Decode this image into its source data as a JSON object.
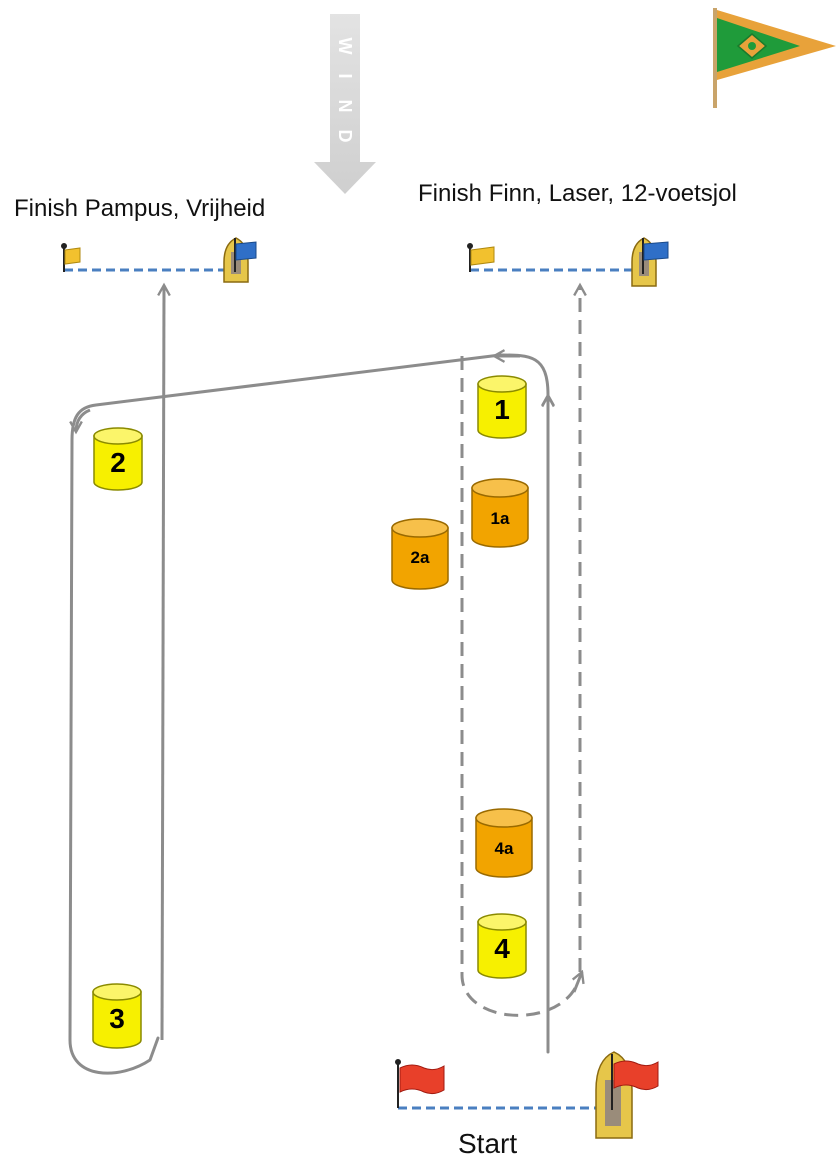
{
  "labels": {
    "finish_left": "Finish Pampus, Vrijheid",
    "finish_right": "Finish Finn, Laser, 12-voetsjol",
    "start": "Start"
  },
  "wind": {
    "letters": [
      "W",
      "I",
      "N",
      "D"
    ]
  },
  "buoys": {
    "b1": "1",
    "b2": "2",
    "b3": "3",
    "b4": "4",
    "b1a": "1a",
    "b2a": "2a",
    "b4a": "4a"
  },
  "colors": {
    "course_line": "#8c8c8c",
    "line_dash": "#4a7fc0",
    "mark_yellow": "#f7f000",
    "mark_orange": "#f2a400",
    "wind_arrow": "#d9d9d9",
    "club_flag_green": "#1f9b3a",
    "club_flag_gold": "#e8a23a",
    "start_flag_red": "#e8402a",
    "finish_flag_yellow": "#f2c12e",
    "finish_flag_blue": "#2f6fc7"
  },
  "icons": [
    "club-burgee-icon",
    "wind-arrow-icon",
    "start-flag-icon",
    "finish-flag-icon",
    "committee-boat-icon",
    "buoy-icon"
  ]
}
